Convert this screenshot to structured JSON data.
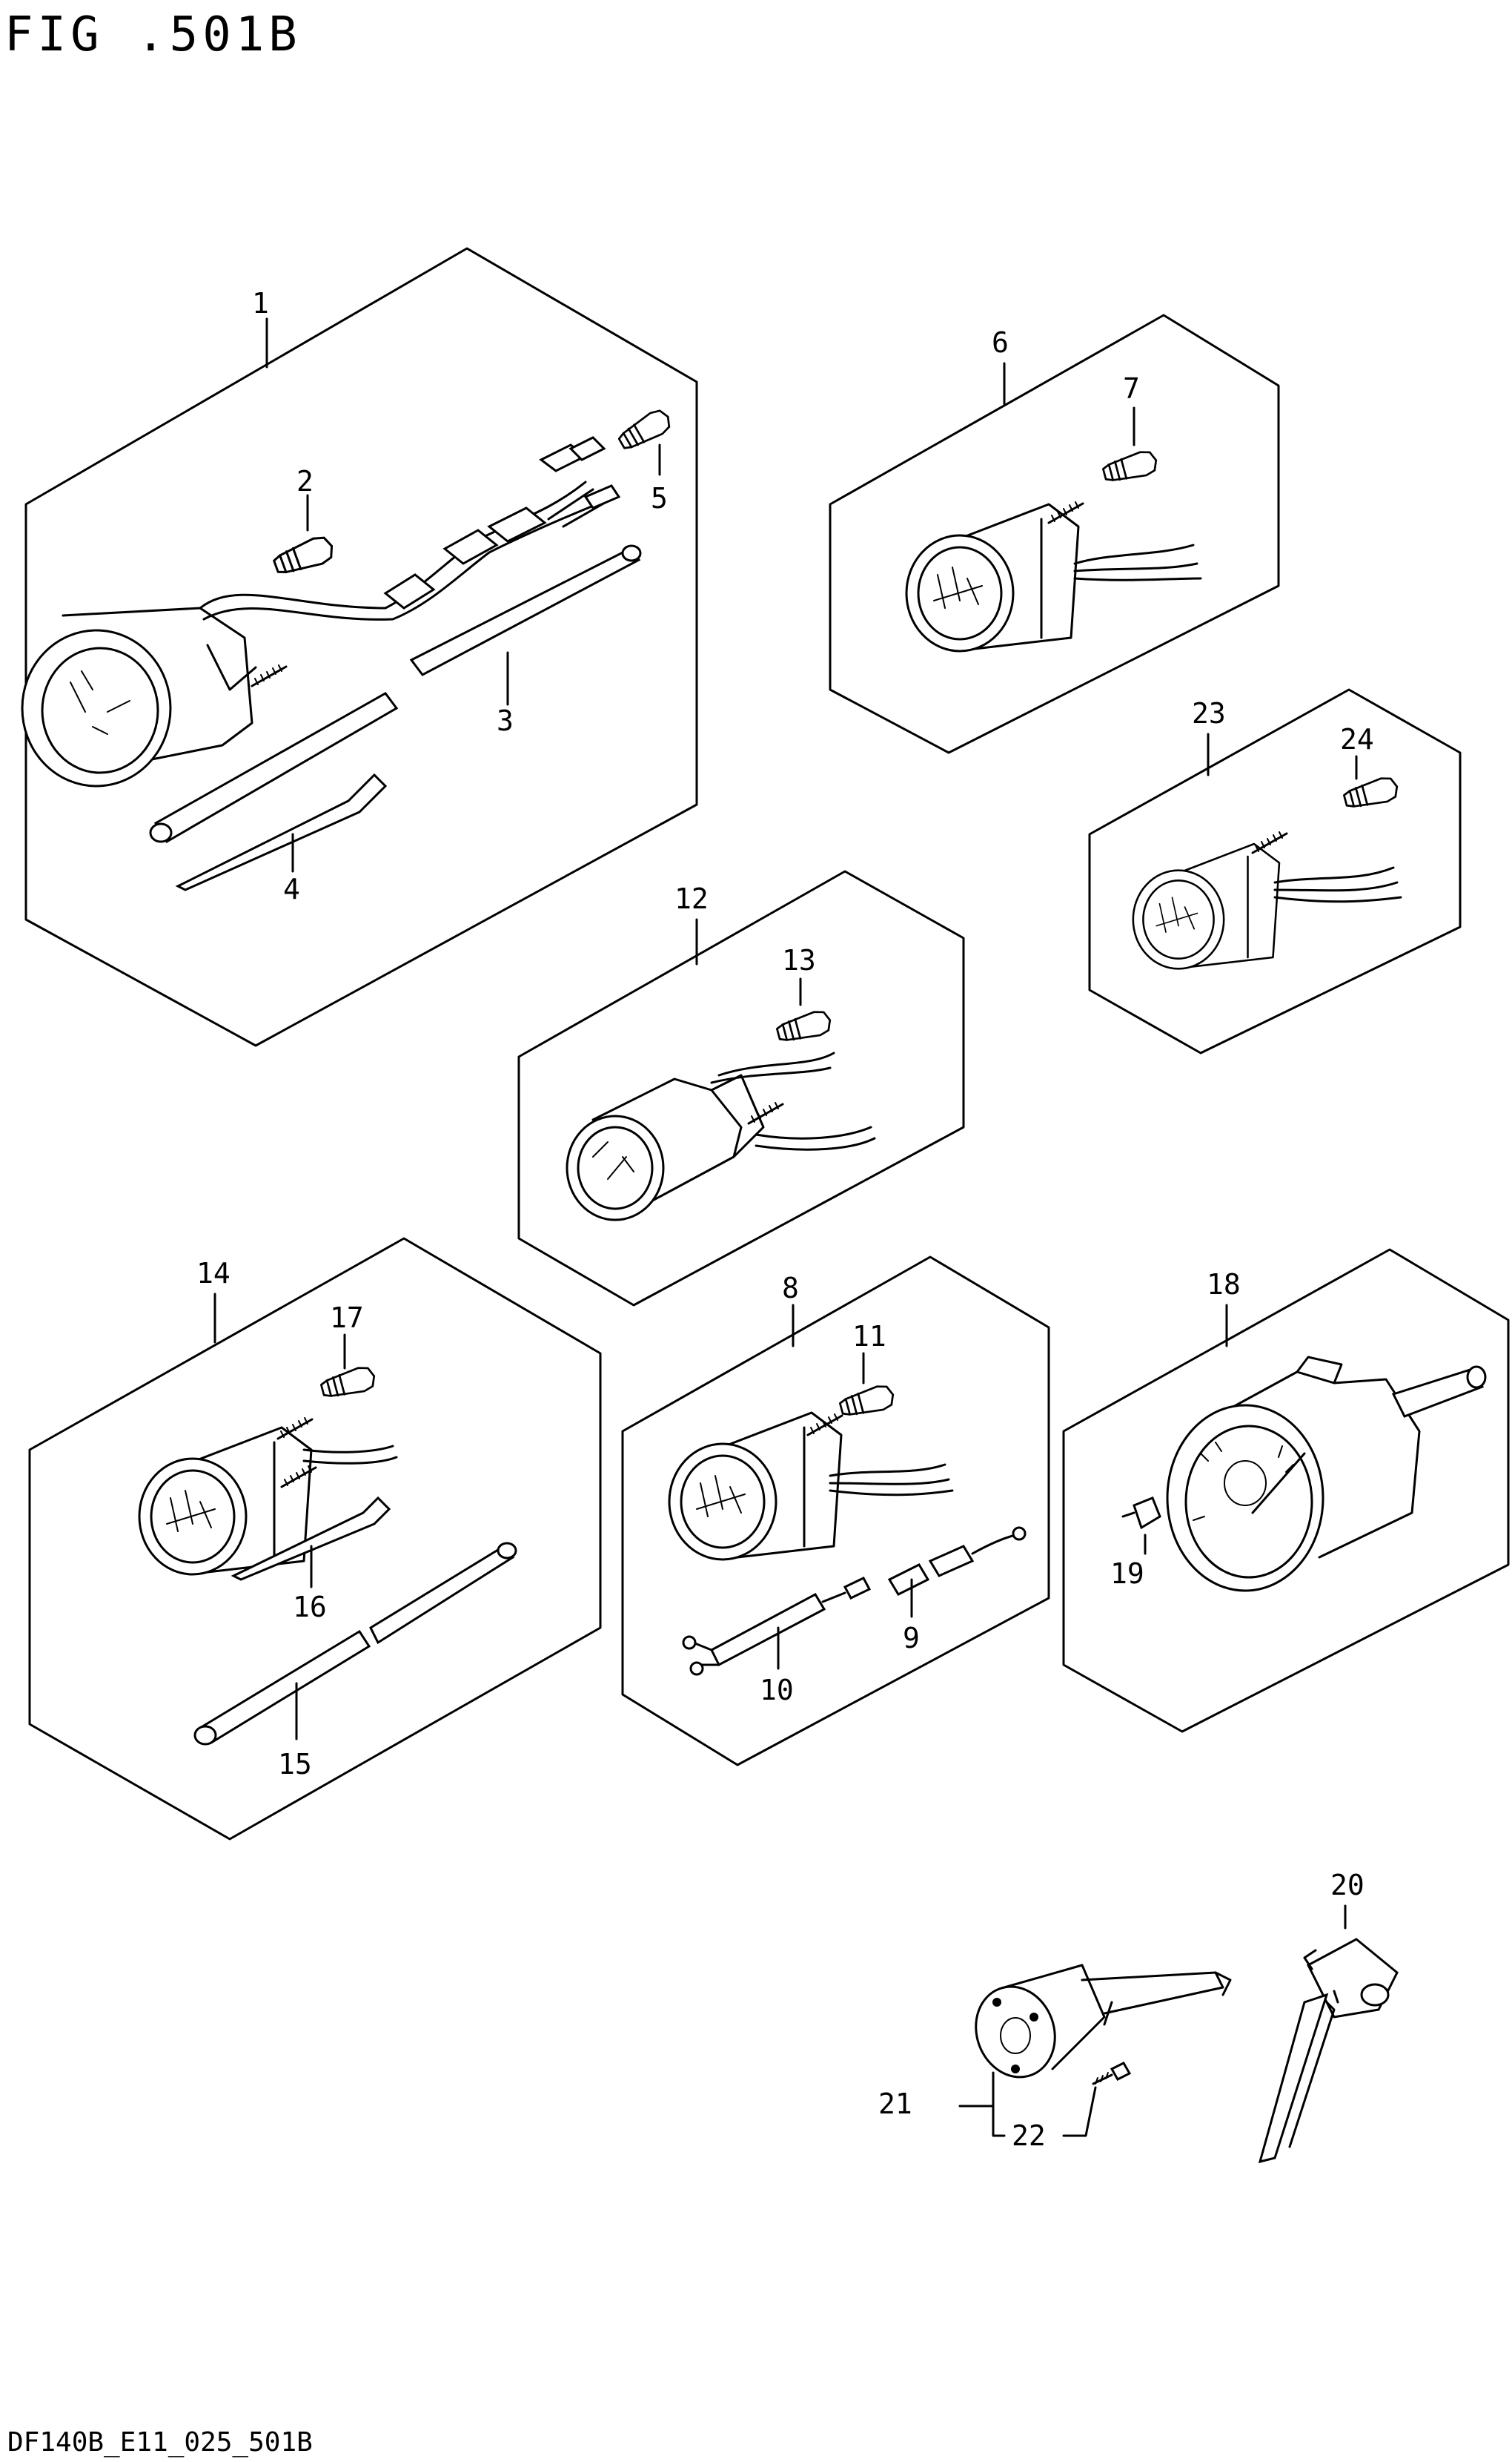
{
  "title": "FIG .501B",
  "footer": "DF140B_E11_025_501B",
  "callouts": [
    "1",
    "2",
    "3",
    "4",
    "5",
    "6",
    "7",
    "8",
    "9",
    "10",
    "11",
    "12",
    "13",
    "14",
    "15",
    "16",
    "17",
    "18",
    "19",
    "20",
    "21",
    "22",
    "23",
    "24"
  ]
}
